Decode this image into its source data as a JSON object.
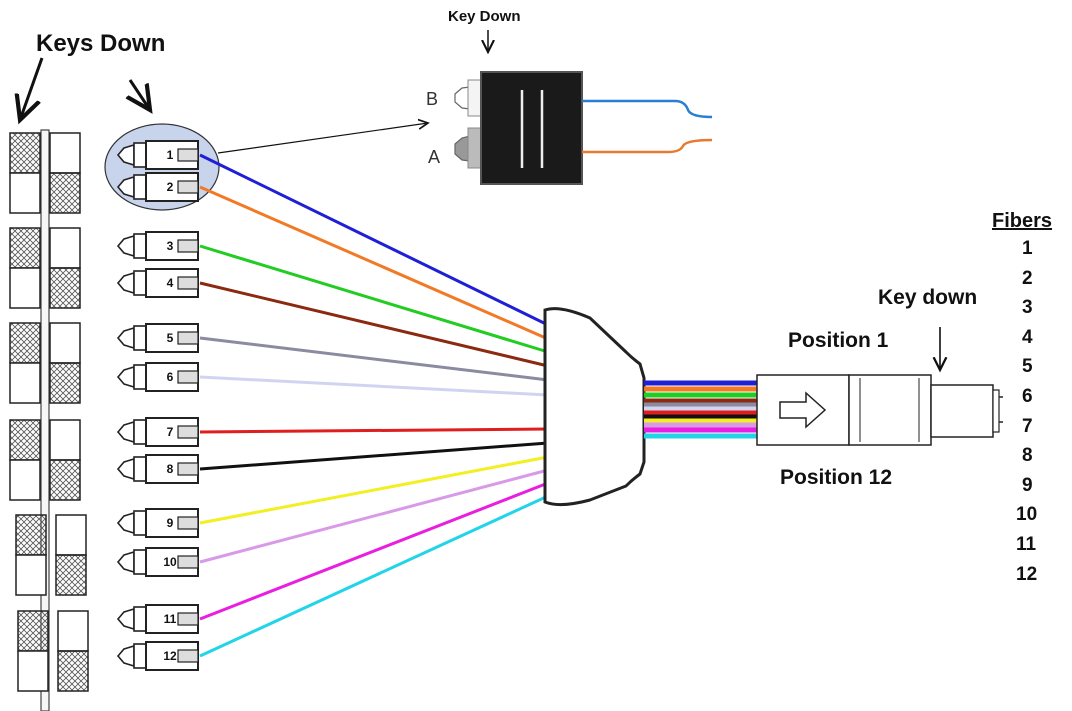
{
  "labels": {
    "keys_down": "Keys Down",
    "key_down_top": "Key Down",
    "key_down_right": "Key down",
    "position_1": "Position 1",
    "position_12": "Position 12",
    "fibers_header": "Fibers",
    "label_b": "B",
    "label_a": "A"
  },
  "fiber_numbers": [
    "1",
    "2",
    "3",
    "4",
    "5",
    "6",
    "7",
    "8",
    "9",
    "10",
    "11",
    "12"
  ],
  "connectors": [
    {
      "label": "1",
      "color": "#1f1fd6"
    },
    {
      "label": "2",
      "color": "#f07a26"
    },
    {
      "label": "3",
      "color": "#22cc22"
    },
    {
      "label": "4",
      "color": "#8b2a10"
    },
    {
      "label": "5",
      "color": "#8a8aa0"
    },
    {
      "label": "6",
      "color": "#d0d4f0"
    },
    {
      "label": "7",
      "color": "#e01e1e"
    },
    {
      "label": "8",
      "color": "#111111"
    },
    {
      "label": "9",
      "color": "#f2ef22"
    },
    {
      "label": "10",
      "color": "#d89ae8"
    },
    {
      "label": "11",
      "color": "#e81ee0"
    },
    {
      "label": "12",
      "color": "#22d4e8"
    }
  ],
  "inset_fiber_colors": {
    "b": "#2a7fd0",
    "a": "#e87a30"
  },
  "highlight_color": "#c8d4ec"
}
